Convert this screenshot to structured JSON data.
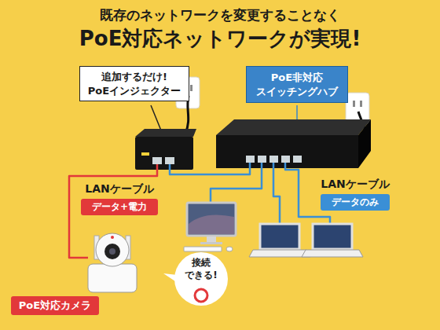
{
  "diagram": {
    "title": "PoE対応ネットワークが実現!",
    "nodes": [
      {
        "text": [
          "追加するだけ!",
          "PoEインジェクター"
        ]
      },
      {
        "text": [
          "PoE非対応 スイッチングハブ"
        ]
      },
      {
        "text": [
          "LANケーブル",
          "データ+電力"
        ]
      },
      {
        "text": [
          "LANケーブル",
          "データのみ"
        ]
      },
      {
        "text": [
          "接続 できる!"
        ]
      },
      {
        "text": [
          "PoE対応カメラ"
        ]
      }
    ],
    "labels": [
      "既存のネットワークを変更することなく"
    ]
  }
}
